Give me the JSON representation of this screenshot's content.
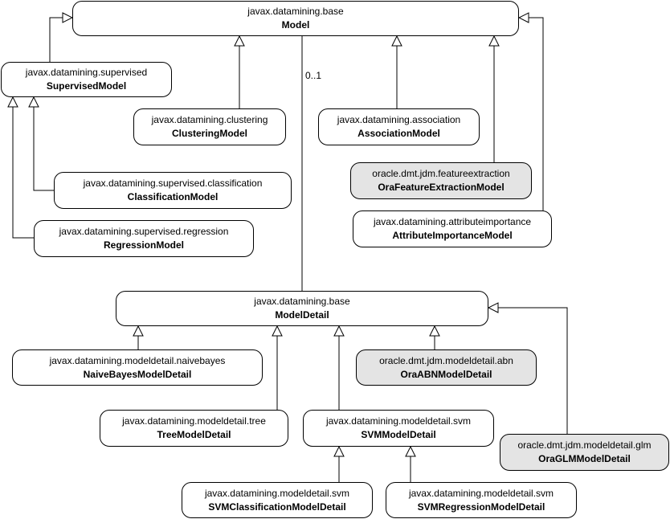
{
  "nodes": {
    "model": {
      "package": "javax.datamining.base",
      "name": "Model"
    },
    "supervised": {
      "package": "javax.datamining.supervised",
      "name": "SupervisedModel"
    },
    "clustering": {
      "package": "javax.datamining.clustering",
      "name": "ClusteringModel"
    },
    "association": {
      "package": "javax.datamining.association",
      "name": "AssociationModel"
    },
    "feature_extraction": {
      "package": "oracle.dmt.jdm.featureextraction",
      "name": "OraFeatureExtractionModel"
    },
    "attribute_importance": {
      "package": "javax.datamining.attributeimportance",
      "name": "AttributeImportanceModel"
    },
    "classification": {
      "package": "javax.datamining.supervised.classification",
      "name": "ClassificationModel"
    },
    "regression": {
      "package": "javax.datamining.supervised.regression",
      "name": "RegressionModel"
    },
    "model_detail": {
      "package": "javax.datamining.base",
      "name": "ModelDetail"
    },
    "naive_bayes": {
      "package": "javax.datamining.modeldetail.naivebayes",
      "name": "NaiveBayesModelDetail"
    },
    "abn": {
      "package": "oracle.dmt.jdm.modeldetail.abn",
      "name": "OraABNModelDetail"
    },
    "tree": {
      "package": "javax.datamining.modeldetail.tree",
      "name": "TreeModelDetail"
    },
    "svm": {
      "package": "javax.datamining.modeldetail.svm",
      "name": "SVMModelDetail"
    },
    "glm": {
      "package": "oracle.dmt.jdm.modeldetail.glm",
      "name": "OraGLMModelDetail"
    },
    "svm_classification": {
      "package": "javax.datamining.modeldetail.svm",
      "name": "SVMClassificationModelDetail"
    },
    "svm_regression": {
      "package": "javax.datamining.modeldetail.svm",
      "name": "SVMRegressionModelDetail"
    }
  },
  "association_multiplicity": "0..1",
  "colors": {
    "javax_fill": "#ffffff",
    "oracle_fill": "#e4e4e4",
    "line": "#000000"
  }
}
